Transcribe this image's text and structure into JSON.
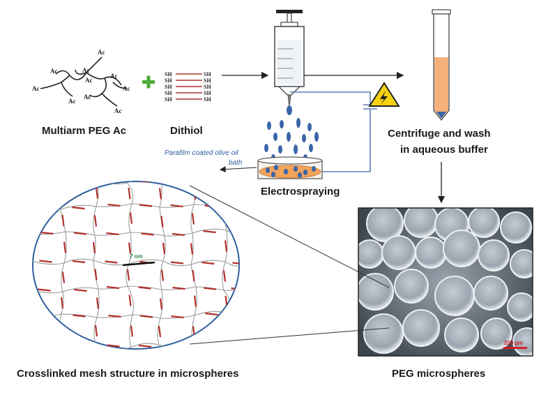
{
  "labels": {
    "peg": "Multiarm PEG Ac",
    "dithiol": "Dithiol",
    "electrospraying": "Electrospraying",
    "bath_line1": "Parafilm coated olive oil",
    "bath_line2": "bath",
    "centrifuge_line1": "Centrifuge and wash",
    "centrifuge_line2": "in aqueous buffer",
    "mesh": "Crosslinked mesh structure in microspheres",
    "microspheres": "PEG microspheres",
    "mesh_size": "7 nm",
    "scale_bar": "200 µm"
  },
  "chem": {
    "ac": "Ac",
    "sh": "SH"
  },
  "colors": {
    "droplet": "#3a66a8",
    "oil": "#f2a35c",
    "tube_fill": "#f4b07a",
    "crosslink": "#b2302a",
    "wire": "#5a7fb5",
    "plus": "#4cab3a",
    "warning": "#f6d213",
    "mesh_size_text": "#2f8a4a"
  },
  "icons": [
    "syringe-icon",
    "high-voltage-warning-icon",
    "centrifuge-tube-icon",
    "bath-dish-icon",
    "plus-icon"
  ]
}
